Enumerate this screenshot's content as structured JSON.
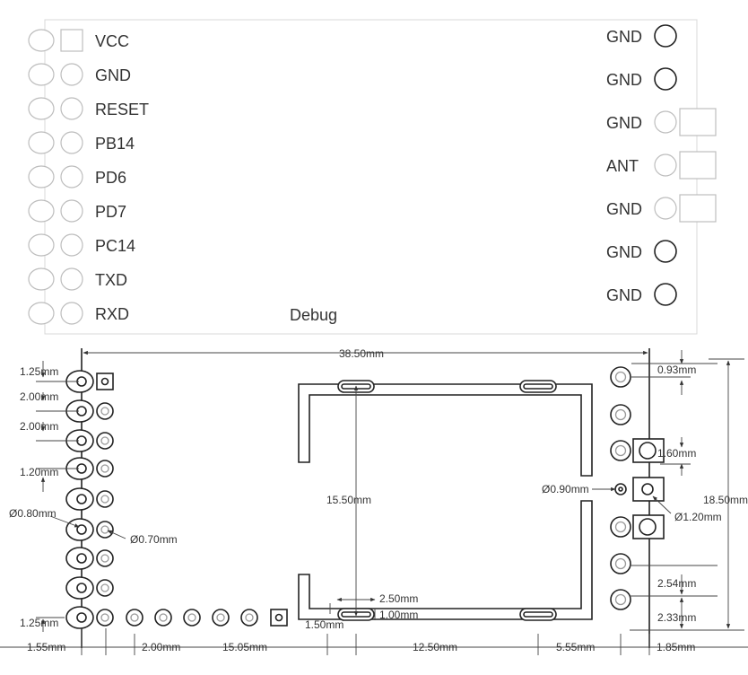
{
  "top_view": {
    "left_pins": [
      "VCC",
      "GND",
      "RESET",
      "PB14",
      "PD6",
      "PD7",
      "PC14",
      "TXD",
      "RXD"
    ],
    "right_pins": [
      "GND",
      "GND",
      "GND",
      "ANT",
      "GND",
      "GND",
      "GND"
    ],
    "debug_label": "Debug"
  },
  "footprint": {
    "width": "38.50mm",
    "height": "18.50mm",
    "inner_height": "15.50mm",
    "left_top_margin": "1.25mm",
    "left_pitch_1": "2.00mm",
    "left_pitch_2": "2.00mm",
    "left_gap": "1.20mm",
    "hole_dia_left": "Ø0.80mm",
    "hole_dia_inner": "Ø0.70mm",
    "left_bottom_margin": "1.25mm",
    "right_top_margin": "0.93mm",
    "right_pad_gap": "1.60mm",
    "hole_dia_right": "Ø0.90mm",
    "pad_dia_right": "Ø1.20mm",
    "right_pitch": "2.54mm",
    "right_bottom_margin": "2.33mm",
    "slot_width": "2.50mm",
    "slot_height": "1.00mm",
    "slot_offset": "1.50mm",
    "bottom_dims": [
      "1.55mm",
      "2.00mm",
      "15.05mm",
      "12.50mm",
      "5.55mm",
      "1.85mm"
    ]
  }
}
